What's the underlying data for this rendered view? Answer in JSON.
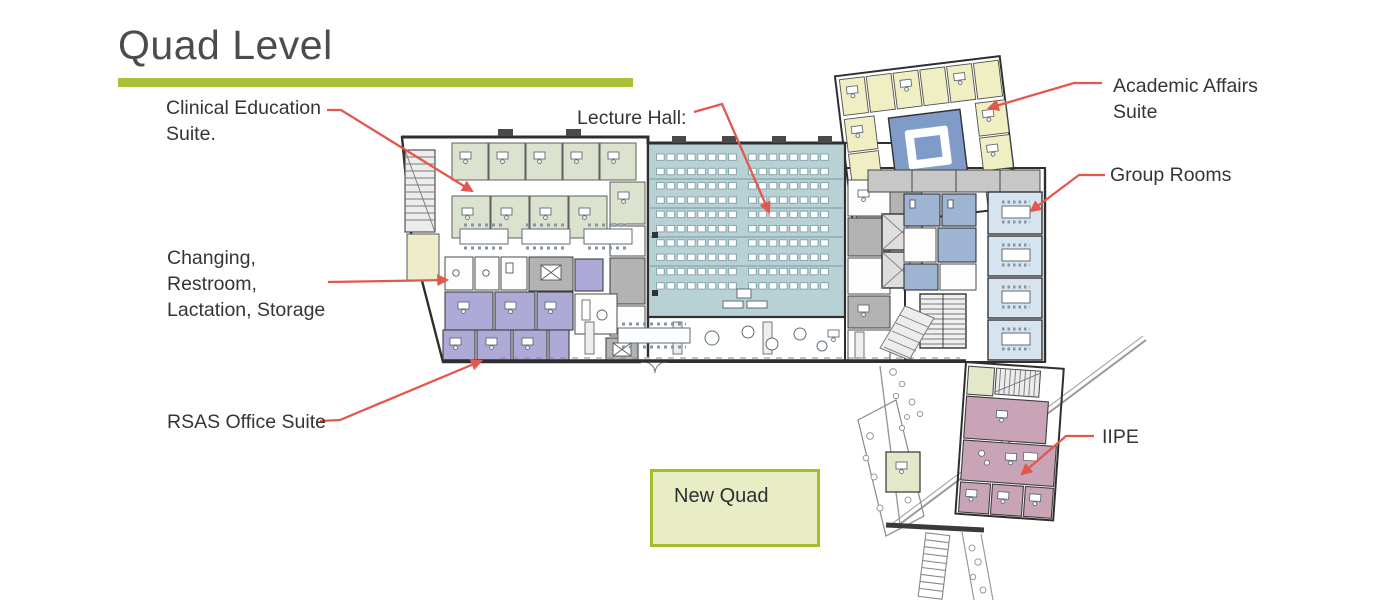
{
  "title": "Quad Level",
  "annotations": {
    "clinical": {
      "lines": [
        "Clinical Education",
        "Suite."
      ]
    },
    "lecture": {
      "text": "Lecture Hall:"
    },
    "academic": {
      "lines": [
        "Academic Affairs",
        "Suite"
      ]
    },
    "group": {
      "text": "Group Rooms"
    },
    "changing": {
      "lines": [
        "Changing,",
        "Restroom,",
        "Lactation, Storage"
      ]
    },
    "rsas": {
      "text": "RSAS Office Suite"
    },
    "iipe": {
      "text": "IIPE"
    },
    "new_quad": {
      "text": "New Quad"
    }
  },
  "colors": {
    "c-accent": "#a9c13a",
    "c-title": "#4c4c4c",
    "c-label": "#353535",
    "c-leader": "#e4574d",
    "c-clinical": "#dbe2cd",
    "c-lecture": "#b7d1d5",
    "c-academic": "#f0eec3",
    "c-confblue": "#7e9cc7",
    "c-group": "#d6e4f0",
    "c-rsas": "#adaad7",
    "c-iipe": "#c9a4b6",
    "c-restroom": "#9db4d2",
    "c-service": "#b3b3b3",
    "c-quadfill": "#e9edc6",
    "c-quadborder": "#a4bd2c",
    "c-wall": "#2f2f2f"
  }
}
